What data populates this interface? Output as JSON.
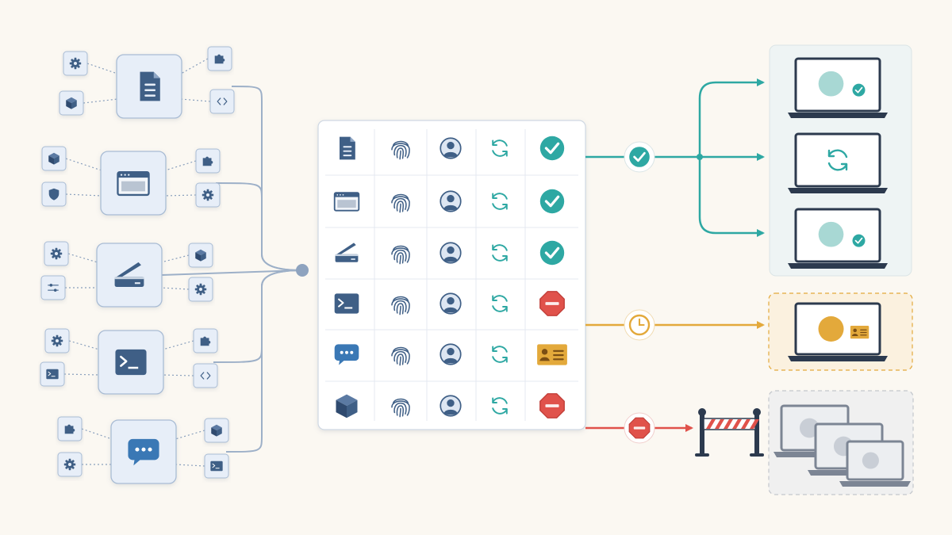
{
  "colors": {
    "background": "#fbf8f2",
    "icon_dark": "#3f5f86",
    "connector": "#9db0c8",
    "tile_fill": "#e7eef8",
    "tile_stroke": "#a9bcd4",
    "approved": "#2ea8a3",
    "pending": "#e3a93b",
    "blocked": "#e0524b",
    "laptop_dark": "#2c3a4e"
  },
  "sources": [
    {
      "name": "document",
      "icon": "document-icon",
      "plugins": [
        "gear-icon",
        "puzzle-icon",
        "cube-icon",
        "code-icon"
      ]
    },
    {
      "name": "browser-window",
      "icon": "browser-window-icon",
      "plugins": [
        "cube-icon",
        "puzzle-icon",
        "shield-icon",
        "gear-icon"
      ]
    },
    {
      "name": "scanner",
      "icon": "scanner-icon",
      "plugins": [
        "gear-icon",
        "cube-icon",
        "sliders-icon",
        "gear-icon"
      ]
    },
    {
      "name": "terminal",
      "icon": "terminal-icon",
      "plugins": [
        "gear-icon",
        "puzzle-icon",
        "terminal-icon",
        "code-icon"
      ]
    },
    {
      "name": "chat",
      "icon": "chat-bubble-icon",
      "plugins": [
        "puzzle-icon",
        "cube-icon",
        "gear-icon",
        "terminal-icon"
      ]
    }
  ],
  "checks": {
    "columns": [
      "fingerprint-icon",
      "user-icon",
      "refresh-icon",
      "status-icon"
    ],
    "rows": [
      {
        "source": "document-icon",
        "status": "approved"
      },
      {
        "source": "browser-window-icon",
        "status": "approved"
      },
      {
        "source": "scanner-icon",
        "status": "approved"
      },
      {
        "source": "terminal-icon",
        "status": "blocked"
      },
      {
        "source": "chat-bubble-icon",
        "status": "pending"
      },
      {
        "source": "cube-icon",
        "status": "blocked"
      }
    ]
  },
  "outcomes": [
    {
      "status": "approved",
      "badge": "check-icon",
      "targets": [
        "laptop-approved",
        "laptop-syncing",
        "laptop-approved"
      ]
    },
    {
      "status": "pending",
      "badge": "clock-icon",
      "targets": [
        "laptop-pending-id"
      ]
    },
    {
      "status": "blocked",
      "badge": "stop-icon",
      "barrier": "barrier-icon",
      "targets": [
        "laptop-blocked",
        "laptop-blocked",
        "laptop-blocked"
      ]
    }
  ]
}
